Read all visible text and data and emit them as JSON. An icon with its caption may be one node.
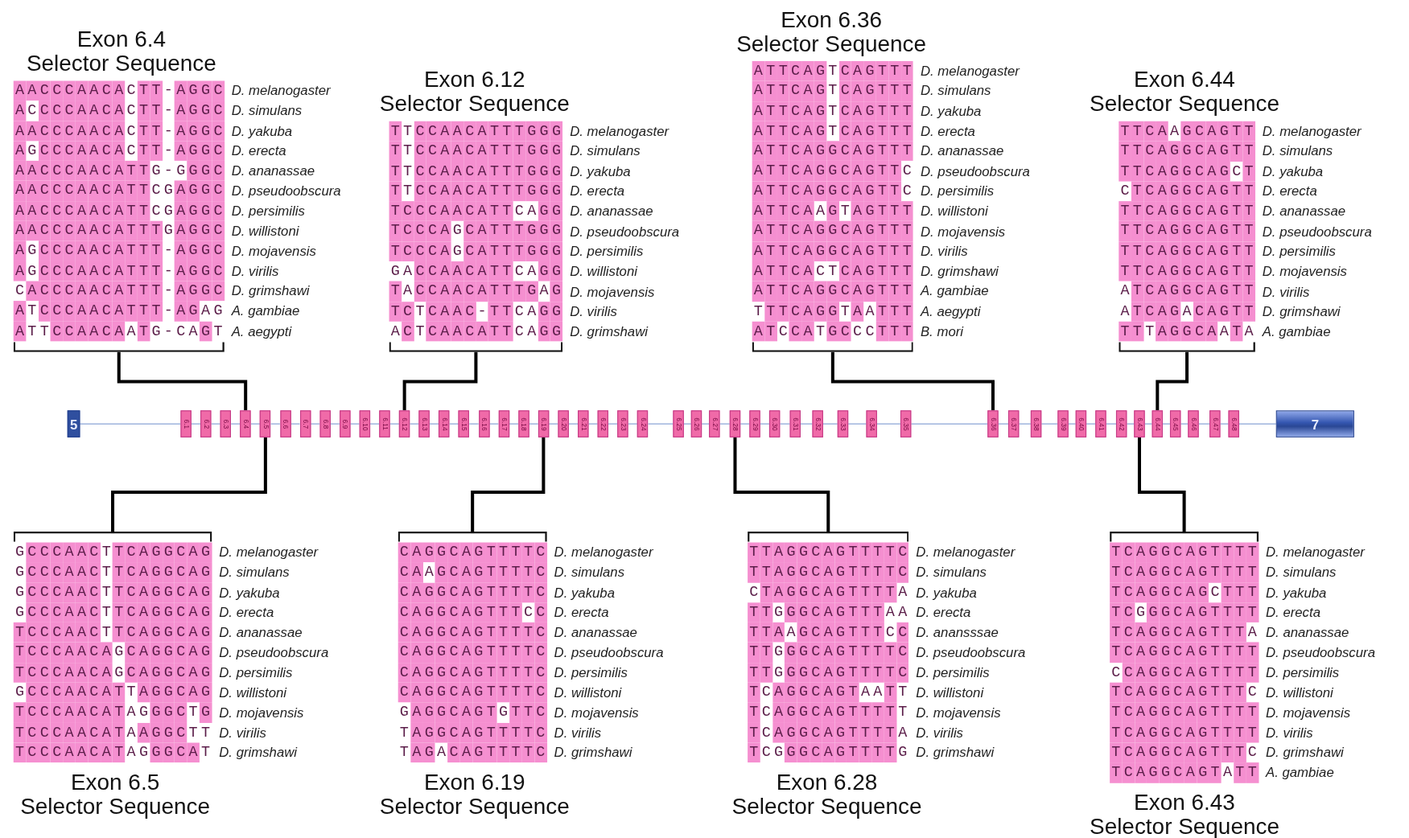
{
  "diagram": {
    "nodes": [
      {
        "text": [
          "Exon 6.4 Selector Sequence",
          "AACCCAACACTT-AGGC",
          "D. melanogaster",
          "ACCCCAACACTT-AGGC",
          "D. simulans",
          "AACCCAACACTT-AGGC",
          "D. yakuba",
          "AGCCCAACACTT-AGGC",
          "D. erecta",
          "AACCCAACATTG-GGGC",
          "D. ananassae",
          "AACCCAACATTCGAGGC",
          "D. pseudoobscura",
          "AACCCAACATTCGAGGC",
          "D. persimilis",
          "AACCCAACATTTGAGGC",
          "D. willistoni",
          "AGCCCAACATTT-AGGC",
          "D. mojavensis",
          "AGCCCAACATTT-AGGC",
          "D. virilis",
          "CACCCAACATTT-AGGC",
          "D. grimshawi",
          "ATCCCAACATTT-AGAG",
          "A. gambiae",
          "ATTCCAACAATG-CAGT",
          "A. aegypti"
        ]
      },
      {
        "text": [
          "Exon 6.12 Selector Sequence",
          "TTCCAACATTTGGG",
          "D. melanogaster",
          "TTCCAACATTTGGG",
          "D. simulans",
          "TTCCAACATTTGGG",
          "D. yakuba",
          "TTCCAACATTTGGG",
          "D. erecta",
          "TCCCAACATTCAGG",
          "D. ananassae",
          "TCCCAGCATTTGGG",
          "D. pseudoobscura",
          "TCCCAGCATTTGGG",
          "D. persimilis",
          "GACCAACATTCAGG",
          "D. willistoni",
          "TACCAACATTTGAG",
          "D. mojavensis",
          "TCTCAAC-TTCAGG",
          "D. virilis",
          "ACTCAACATTCAGG",
          "D. grimshawi"
        ]
      },
      {
        "text": [
          "Exon 6.36 Selector Sequence",
          "ATTCAGTCAGTTT",
          "D. melanogaster",
          "ATTCAGTCAGTTT",
          "D. simulans",
          "ATTCAGTCAGTTT",
          "D. yakuba",
          "ATTCAGTCAGTTT",
          "D. erecta",
          "ATTCAGGCAGTTT",
          "D. ananassae",
          "ATTCAGGCAGTTC",
          "D. pseudoobscura",
          "ATTCAGGCAGTTC",
          "D. persimilis",
          "ATTCAAGTAGTTT",
          "D. willistoni",
          "ATTCAGGCAGTTT",
          "D. mojavensis",
          "ATTCAGGCAGTTT",
          "D. virilis",
          "ATTCACTCAGTTT",
          "D. grimshawi",
          "ATTCAGGCAGTTT",
          "A. gambiae",
          "TTTCAGGTAATTT",
          "A. aegypti",
          "ATCCATGCCCTTT",
          "B. mori"
        ]
      },
      {
        "text": [
          "Exon 6.44 Selector Sequence",
          "TTCAAGCAGTT",
          "D. melanogaster",
          "TTCAGGCAGTT",
          "D. simulans",
          "TTCAGGCAGCT",
          "D. yakuba",
          "CTCAGGCAGTT",
          "D. erecta",
          "TTCAGGCAGTT",
          "D. ananassae",
          "TTCAGGCAGTT",
          "D. pseudoobscura",
          "TTCAGGCAGTT",
          "D. persimilis",
          "TTCAGGCAGTT",
          "D. mojavensis",
          "ATCAGGCAGTT",
          "D. virilis",
          "ATCAGACAGTT",
          "D. grimshawi",
          "TTTAGGCAATA",
          "A. gambiae"
        ]
      },
      {
        "text": [
          "5"
        ]
      },
      {
        "text": [
          "6.1"
        ]
      },
      {
        "text": [
          "6.2"
        ]
      },
      {
        "text": [
          "6.3"
        ]
      },
      {
        "text": [
          "6.4"
        ]
      },
      {
        "text": [
          "6.5"
        ]
      },
      {
        "text": [
          "6.6"
        ]
      },
      {
        "text": [
          "6.7"
        ]
      },
      {
        "text": [
          "6.8"
        ]
      },
      {
        "text": [
          "6.9"
        ]
      },
      {
        "text": [
          "6.10"
        ]
      },
      {
        "text": [
          "6.11"
        ]
      },
      {
        "text": [
          "6.12"
        ]
      },
      {
        "text": [
          "6.13"
        ]
      },
      {
        "text": [
          "6.14"
        ]
      },
      {
        "text": [
          "6.15"
        ]
      },
      {
        "text": [
          "6.16"
        ]
      },
      {
        "text": [
          "6.17"
        ]
      },
      {
        "text": [
          "6.18"
        ]
      },
      {
        "text": [
          "6.19"
        ]
      },
      {
        "text": [
          "6.20"
        ]
      },
      {
        "text": [
          "6.21"
        ]
      },
      {
        "text": [
          "6.22"
        ]
      },
      {
        "text": [
          "6.23"
        ]
      },
      {
        "text": [
          "6.24"
        ]
      },
      {
        "text": [
          "6.25"
        ]
      },
      {
        "text": [
          "6.26"
        ]
      },
      {
        "text": [
          "6.27"
        ]
      },
      {
        "text": [
          "6.28"
        ]
      },
      {
        "text": [
          "6.29"
        ]
      },
      {
        "text": [
          "6.30"
        ]
      },
      {
        "text": [
          "6.31"
        ]
      },
      {
        "text": [
          "6.32"
        ]
      },
      {
        "text": [
          "6.33"
        ]
      },
      {
        "text": [
          "6.34"
        ]
      },
      {
        "text": [
          "6.35"
        ]
      },
      {
        "text": [
          "6.36"
        ]
      },
      {
        "text": [
          "6.37"
        ]
      },
      {
        "text": [
          "6.38"
        ]
      },
      {
        "text": [
          "6.39"
        ]
      },
      {
        "text": [
          "6.40"
        ]
      },
      {
        "text": [
          "6.41"
        ]
      },
      {
        "text": [
          "6.42"
        ]
      },
      {
        "text": [
          "6.43"
        ]
      },
      {
        "text": [
          "6.44"
        ]
      },
      {
        "text": [
          "6.45"
        ]
      },
      {
        "text": [
          "6.46"
        ]
      },
      {
        "text": [
          "6.47"
        ]
      },
      {
        "text": [
          "6.48"
        ]
      },
      {
        "text": [
          "7"
        ]
      },
      {
        "text": [
          "GCCCAACTTCAGGCAG",
          "D. melanogaster",
          "GCCCAACTTCAGGCAG",
          "D. simulans",
          "GCCCAACTTCAGGCAG",
          "D. yakuba",
          "GCCCAACTTCAGGCAG",
          "D. erecta",
          "TCCCAACTTCAGGCAG",
          "D. ananassae",
          "TCCCAACAGCAGGCAG",
          "D. pseudoobscura",
          "TCCCAACAGCAGGCAG",
          "D. persimilis",
          "GCCCAACATTAGGCAG",
          "D. willistoni",
          "TCCCAACATAGGGCTG",
          "D. mojavensis",
          "TCCCAACATAAGGCTT",
          "D. virilis",
          "TCCCAACATAGGGCAT",
          "D. grimshawi",
          "Exon 6.5 Selector Sequence"
        ]
      },
      {
        "text": [
          "CAGGCAGTTTTC",
          "D. melanogaster",
          "CAAGCAGTTTTC",
          "D. simulans",
          "CAGGCAGTTTTC",
          "D. yakuba",
          "CAGGCAGTTTCC",
          "D. erecta",
          "CAGGCAGTTTTC",
          "D. ananassae",
          "CAGGCAGTTTTC",
          "D. pseudoobscura",
          "CAGGCAGTTTTC",
          "D. persimilis",
          "CAGGCAGTTTTC",
          "D. willistoni",
          "GAGGCAGTGTTC",
          "D. mojavensis",
          "TAGGCAGTTTTC",
          "D. virilis",
          "TAGACAGTTTTC",
          "D. grimshawi",
          "Exon 6.19 Selector Sequence"
        ]
      },
      {
        "text": [
          "TTAGGCAGTTTTC",
          "D. melanogaster",
          "TTAGGCAGTTTTC",
          "D. simulans",
          "CTAGGCAGTTTTA",
          "D. yakuba",
          "TTGGGCAGTTTAA",
          "D. erecta",
          "TTAAGCAGTTTCC",
          "D. anansssae",
          "TTGGGCAGTTTTC",
          "D. pseudoobscura",
          "TTGGGCAGTTTTC",
          "D. persimilis",
          "TCAGGCAGTAATT",
          "D. willistoni",
          "TCAGGCAGTTTTT",
          "D. mojavensis",
          "TCAGGCAGTTTTA",
          "D. virilis",
          "TCGGGCAGTTTTG",
          "D. grimshawi",
          "Exon 6.28 Selector Sequence"
        ]
      },
      {
        "text": [
          "TCAGGCAGTTTT",
          "D. melanogaster",
          "TCAGGCAGTTTT",
          "D. simulans",
          "TCAGGCAGCTTT",
          "D. yakuba",
          "TCGGGCAGTTTT",
          "D. erecta",
          "TCAGGCAGTTTA",
          "D. ananassae",
          "TCAGGCAGTTTT",
          "D. pseudoobscura",
          "CCAGGCAGTTTT",
          "D. persimilis",
          "TCAGGCAGTTTC",
          "D. willistoni",
          "TCAGGCAGTTTT",
          "D. mojavensis",
          "TCAGGCAGTTTT",
          "D. virilis",
          "TCAGGCAGTTTC",
          "D. grimshawi",
          "TCAGGCAGTATT",
          "A. gambiae",
          "Exon 6.43 Selector Sequence"
        ]
      }
    ],
    "edges": [
      {
        "from": 4,
        "to": 5,
        "arrow": "none"
      },
      {
        "from": 5,
        "to": 6,
        "arrow": "none"
      },
      {
        "from": 6,
        "to": 7,
        "arrow": "none"
      },
      {
        "from": 7,
        "to": 8,
        "arrow": "none"
      },
      {
        "from": 8,
        "to": 9,
        "arrow": "none"
      },
      {
        "from": 9,
        "to": 10,
        "arrow": "none"
      },
      {
        "from": 10,
        "to": 11,
        "arrow": "none"
      },
      {
        "from": 11,
        "to": 12,
        "arrow": "none"
      },
      {
        "from": 12,
        "to": 13,
        "arrow": "none"
      },
      {
        "from": 13,
        "to": 14,
        "arrow": "none"
      },
      {
        "from": 14,
        "to": 15,
        "arrow": "none"
      },
      {
        "from": 15,
        "to": 16,
        "arrow": "none"
      },
      {
        "from": 16,
        "to": 17,
        "arrow": "none"
      },
      {
        "from": 17,
        "to": 18,
        "arrow": "none"
      },
      {
        "from": 18,
        "to": 19,
        "arrow": "none"
      },
      {
        "from": 19,
        "to": 20,
        "arrow": "none"
      },
      {
        "from": 20,
        "to": 21,
        "arrow": "none"
      },
      {
        "from": 21,
        "to": 22,
        "arrow": "none"
      },
      {
        "from": 22,
        "to": 23,
        "arrow": "none"
      },
      {
        "from": 23,
        "to": 24,
        "arrow": "none"
      },
      {
        "from": 24,
        "to": 25,
        "arrow": "none"
      },
      {
        "from": 25,
        "to": 26,
        "arrow": "none"
      },
      {
        "from": 26,
        "to": 27,
        "arrow": "none"
      },
      {
        "from": 27,
        "to": 28,
        "arrow": "none"
      },
      {
        "from": 28,
        "to": 29,
        "arrow": "none"
      },
      {
        "from": 29,
        "to": 30,
        "arrow": "none"
      },
      {
        "from": 30,
        "to": 31,
        "arrow": "none"
      },
      {
        "from": 31,
        "to": 32,
        "arrow": "none"
      },
      {
        "from": 32,
        "to": 33,
        "arrow": "none"
      },
      {
        "from": 33,
        "to": 34,
        "arrow": "none"
      },
      {
        "from": 34,
        "to": 35,
        "arrow": "none"
      },
      {
        "from": 35,
        "to": 36,
        "arrow": "none"
      },
      {
        "from": 36,
        "to": 37,
        "arrow": "none"
      },
      {
        "from": 37,
        "to": 38,
        "arrow": "none"
      },
      {
        "from": 38,
        "to": 39,
        "arrow": "none"
      },
      {
        "from": 39,
        "to": 40,
        "arrow": "none"
      },
      {
        "from": 40,
        "to": 41,
        "arrow": "none"
      },
      {
        "from": 41,
        "to": 42,
        "arrow": "none"
      },
      {
        "from": 42,
        "to": 43,
        "arrow": "none"
      },
      {
        "from": 43,
        "to": 44,
        "arrow": "none"
      },
      {
        "from": 44,
        "to": 45,
        "arrow": "none"
      },
      {
        "from": 45,
        "to": 46,
        "arrow": "none"
      },
      {
        "from": 46,
        "to": 47,
        "arrow": "none"
      },
      {
        "from": 47,
        "to": 48,
        "arrow": "none"
      },
      {
        "from": 48,
        "to": 49,
        "arrow": "none"
      },
      {
        "from": 49,
        "to": 50,
        "arrow": "none"
      },
      {
        "from": 50,
        "to": 51,
        "arrow": "none"
      },
      {
        "from": 51,
        "to": 52,
        "arrow": "none"
      },
      {
        "from": 52,
        "to": 53,
        "arrow": "none"
      },
      {
        "from": 0,
        "to": 8,
        "arrow": "none",
        "style": "thick",
        "color": "#000000"
      },
      {
        "from": 1,
        "to": 16,
        "arrow": "none",
        "style": "thick",
        "color": "#000000"
      },
      {
        "from": 2,
        "to": 40,
        "arrow": "none",
        "style": "thick",
        "color": "#000000"
      },
      {
        "from": 3,
        "to": 48,
        "arrow": "none",
        "style": "thick",
        "color": "#000000"
      },
      {
        "from": 54,
        "to": 9,
        "arrow": "none",
        "style": "thick",
        "color": "#000000"
      },
      {
        "from": 55,
        "to": 23,
        "arrow": "none",
        "style": "thick",
        "color": "#000000"
      },
      {
        "from": 56,
        "to": 32,
        "arrow": "none",
        "style": "thick",
        "color": "#000000"
      },
      {
        "from": 57,
        "to": 47,
        "arrow": "none",
        "style": "thick",
        "color": "#000000"
      }
    ]
  }
}
